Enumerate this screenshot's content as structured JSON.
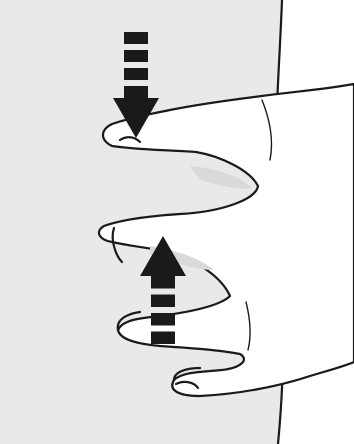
{
  "illustration": {
    "subject": "pinch-skin-instruction",
    "colors": {
      "background": "#ffffff",
      "skin": "#e9e9e9",
      "hand_fill": "#ffffff",
      "outline": "#1a1a1a",
      "arrow": "#1a1a1a",
      "shadow": "#d9d9d9"
    },
    "arrows": [
      {
        "name": "down-arrow",
        "direction": "down"
      },
      {
        "name": "up-arrow",
        "direction": "up"
      }
    ]
  }
}
